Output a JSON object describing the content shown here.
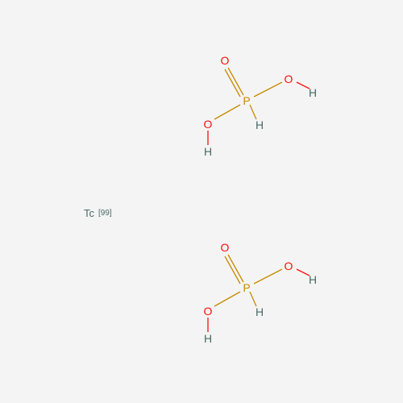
{
  "structure": {
    "metal": {
      "symbol": "Tc",
      "isotope": "[99]"
    },
    "molecules": [
      {
        "name": "phosphonic-acid",
        "atoms": {
          "P": "P",
          "O_double": "O",
          "O_right": "O",
          "H_right": "H",
          "O_left": "O",
          "H_left": "H",
          "H_P": "H"
        }
      },
      {
        "name": "phosphonic-acid",
        "atoms": {
          "P": "P",
          "O_double": "O",
          "O_right": "O",
          "H_right": "H",
          "O_left": "O",
          "H_left": "H",
          "H_P": "H"
        }
      }
    ]
  },
  "colors": {
    "background": "#f4f4f4",
    "oxygen": "#ff0d0d",
    "phosphorus": "#c88a00",
    "hydrogen": "#4a6a66",
    "technetium": "#4a6a66"
  }
}
